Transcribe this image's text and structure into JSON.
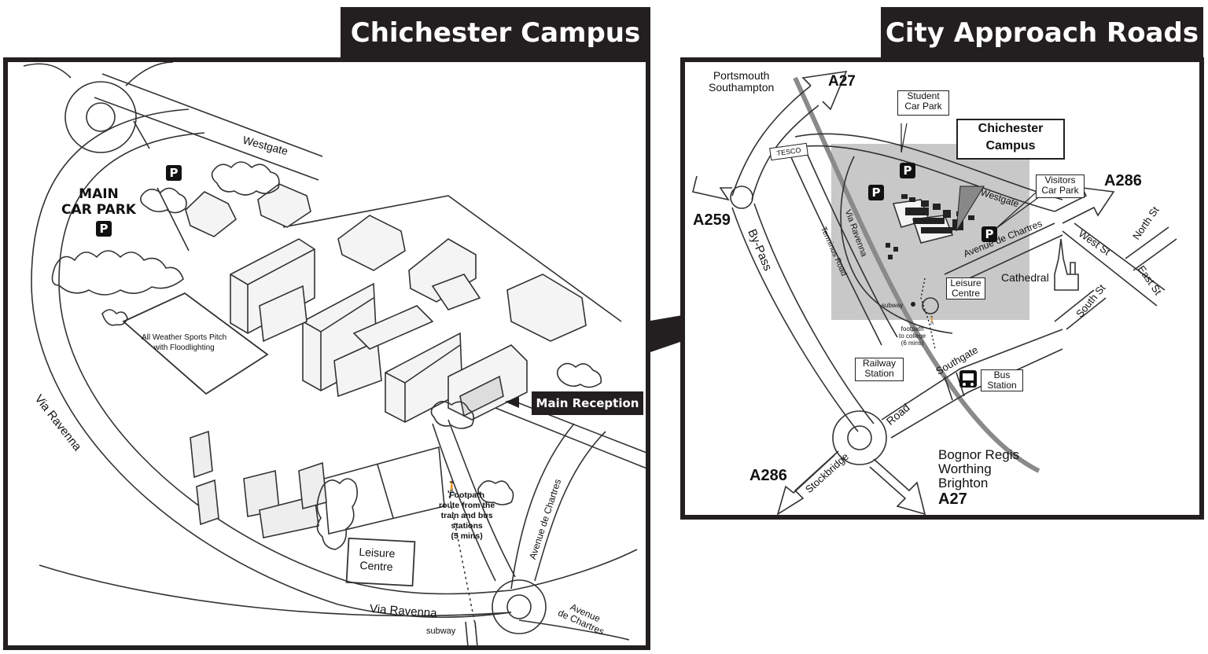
{
  "campus": {
    "title": "Chichester Campus",
    "main_car_park": "MAIN\nCAR PARK",
    "westgate": "Westgate",
    "sports_pitch": "All Weather Sports Pitch\nwith Floodlighting",
    "via_ravenna_left": "Via Ravenna",
    "via_ravenna_bottom": "Via Ravenna",
    "main_reception": "Main Reception",
    "footpath": "Footpath\nroute from the\ntrain and bus\nstations\n(5 mins)",
    "avenue_de_chartres": "Avenue de Chartres",
    "avenue_de_chartres_bottom": "Avenue\nde Chartres",
    "leisure_centre": "Leisure\nCentre",
    "subway": "subway",
    "parking_symbol": "P"
  },
  "city": {
    "title": "City Approach Roads",
    "portsmouth": "Portsmouth\nSouthampton",
    "a27_top": "A27",
    "student_car_park": "Student\nCar Park",
    "chichester_campus": "Chichester\nCampus",
    "tesco": "TESCO",
    "visitors_car_park": "Visitors\nCar Park",
    "a286_right": "A286",
    "westgate": "Westgate",
    "a259": "A259",
    "by_pass": "By-Pass",
    "via_ravenna": "Via Ravenna",
    "terminus_road": "Terminus Road",
    "avenue_de_chartres": "Avenue de Chartres",
    "west_st": "West St",
    "north_st": "North St",
    "east_st": "East St",
    "south_st": "South St",
    "cathedral": "Cathedral",
    "leisure_centre": "Leisure\nCentre",
    "subway": "subway",
    "footpath": "footpath\nto college\n(6 mins)",
    "railway_station": "Railway\nStation",
    "southgate": "Southgate",
    "bus_station": "Bus\nStation",
    "road": "Road",
    "stockbridge": "Stockbridge",
    "bognor": "Bognor Regis\nWorthing\nBrighton",
    "a27_bottom": "A27",
    "a286_left": "A286",
    "parking_symbol": "P"
  }
}
